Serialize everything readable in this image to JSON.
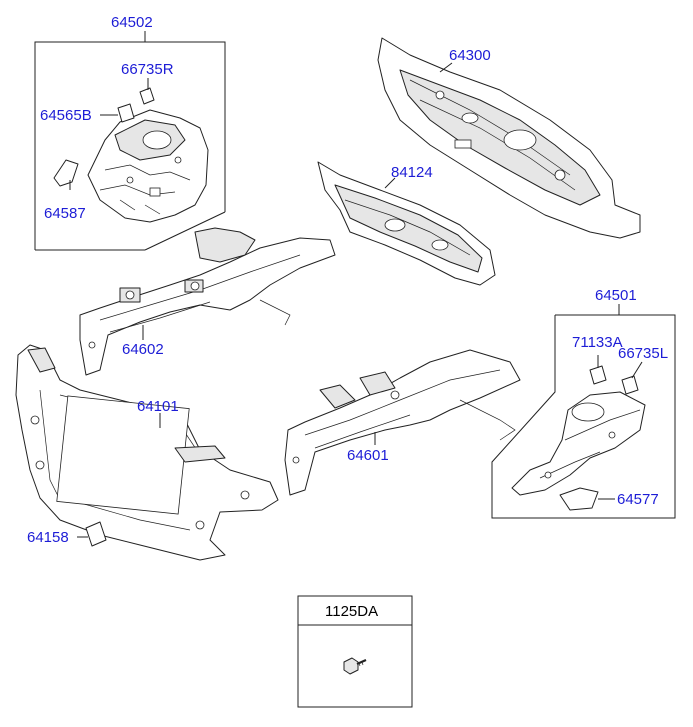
{
  "labels": {
    "p64502": "64502",
    "p66735R": "66735R",
    "p64565B": "64565B",
    "p64587": "64587",
    "p64300": "64300",
    "p84124": "84124",
    "p64602": "64602",
    "p64101": "64101",
    "p64158": "64158",
    "p64601": "64601",
    "p64501": "64501",
    "p71133A": "71133A",
    "p66735L": "66735L",
    "p64577": "64577",
    "p1125DA": "1125DA"
  },
  "colors": {
    "label": "#1d1dd6",
    "line": "#222222",
    "background": "#ffffff"
  }
}
